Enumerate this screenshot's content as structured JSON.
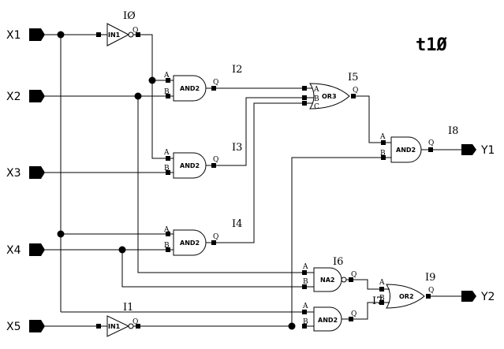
{
  "title": "t1Ø",
  "inputs": [
    "X1",
    "X2",
    "X3",
    "X4",
    "X5"
  ],
  "outputs": [
    "Y1",
    "Y2"
  ],
  "instances": {
    "I0": {
      "name": "IØ",
      "type": "IN1"
    },
    "I1": {
      "name": "I1",
      "type": "IN1"
    },
    "I2": {
      "name": "I2",
      "type": "AND2"
    },
    "I3": {
      "name": "I3",
      "type": "AND2"
    },
    "I4": {
      "name": "I4",
      "type": "AND2"
    },
    "I5": {
      "name": "I5",
      "type": "OR3"
    },
    "I6": {
      "name": "I6",
      "type": "NA2"
    },
    "I7": {
      "name": "I7",
      "type": "AND2"
    },
    "I8": {
      "name": "I8",
      "type": "AND2"
    },
    "I9": {
      "name": "I9",
      "type": "OR2"
    }
  },
  "pins": {
    "a": "A",
    "b": "B",
    "c": "C",
    "q": "Q"
  }
}
